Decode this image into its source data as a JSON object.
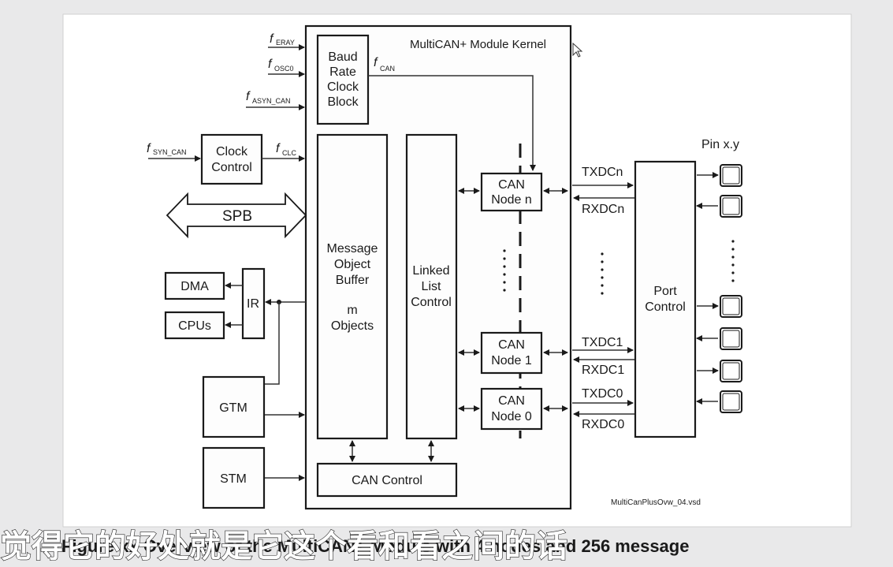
{
  "diagram": {
    "kernel_title": "MultiCAN+ Module Kernel",
    "baud_lines": [
      "Baud",
      "Rate",
      "Clock",
      "Block"
    ],
    "clock_lines": [
      "Clock",
      "Control"
    ],
    "spb": "SPB",
    "dma": "DMA",
    "cpus": "CPUs",
    "ir": "IR",
    "gtm": "GTM",
    "stm": "STM",
    "mob_lines": [
      "Message",
      "Object",
      "Buffer",
      "",
      "m",
      "Objects"
    ],
    "llc_lines": [
      "Linked",
      "List",
      "Control"
    ],
    "can_node_n": [
      "CAN",
      "Node n"
    ],
    "can_node_1": [
      "CAN",
      "Node 1"
    ],
    "can_node_0": [
      "CAN",
      "Node 0"
    ],
    "can_control": "CAN Control",
    "port_lines": [
      "Port",
      "Control"
    ],
    "pin_label": "Pin x.y",
    "signals": {
      "txdcn": "TXDCn",
      "rxdcn": "RXDCn",
      "txdc1": "TXDC1",
      "rxdc1": "RXDC1",
      "txdc0": "TXDC0",
      "rxdc0": "RXDC0"
    },
    "inputs": {
      "f_eray": {
        "f": "f",
        "sub": "ERAY"
      },
      "f_osc0": {
        "f": "f",
        "sub": "OSC0"
      },
      "f_asyn_can": {
        "f": "f",
        "sub": "ASYN_CAN"
      },
      "f_syn_can": {
        "f": "f",
        "sub": "SYN_CAN"
      },
      "f_clc": {
        "f": "f",
        "sub": "CLC"
      },
      "f_can": {
        "f": "f",
        "sub": "CAN"
      }
    },
    "file_name": "MultiCanPlusOvw_04.vsd"
  },
  "caption_behind": "Figure xx Overview of the MultiCAN+ Module with 4 nodes and 256 message",
  "subtitle": "觉得它的好处就是它这个看和看之间的话",
  "colors": {
    "page": "#ffffff",
    "background": "#e9e9ea",
    "line": "#1a1a1a"
  }
}
